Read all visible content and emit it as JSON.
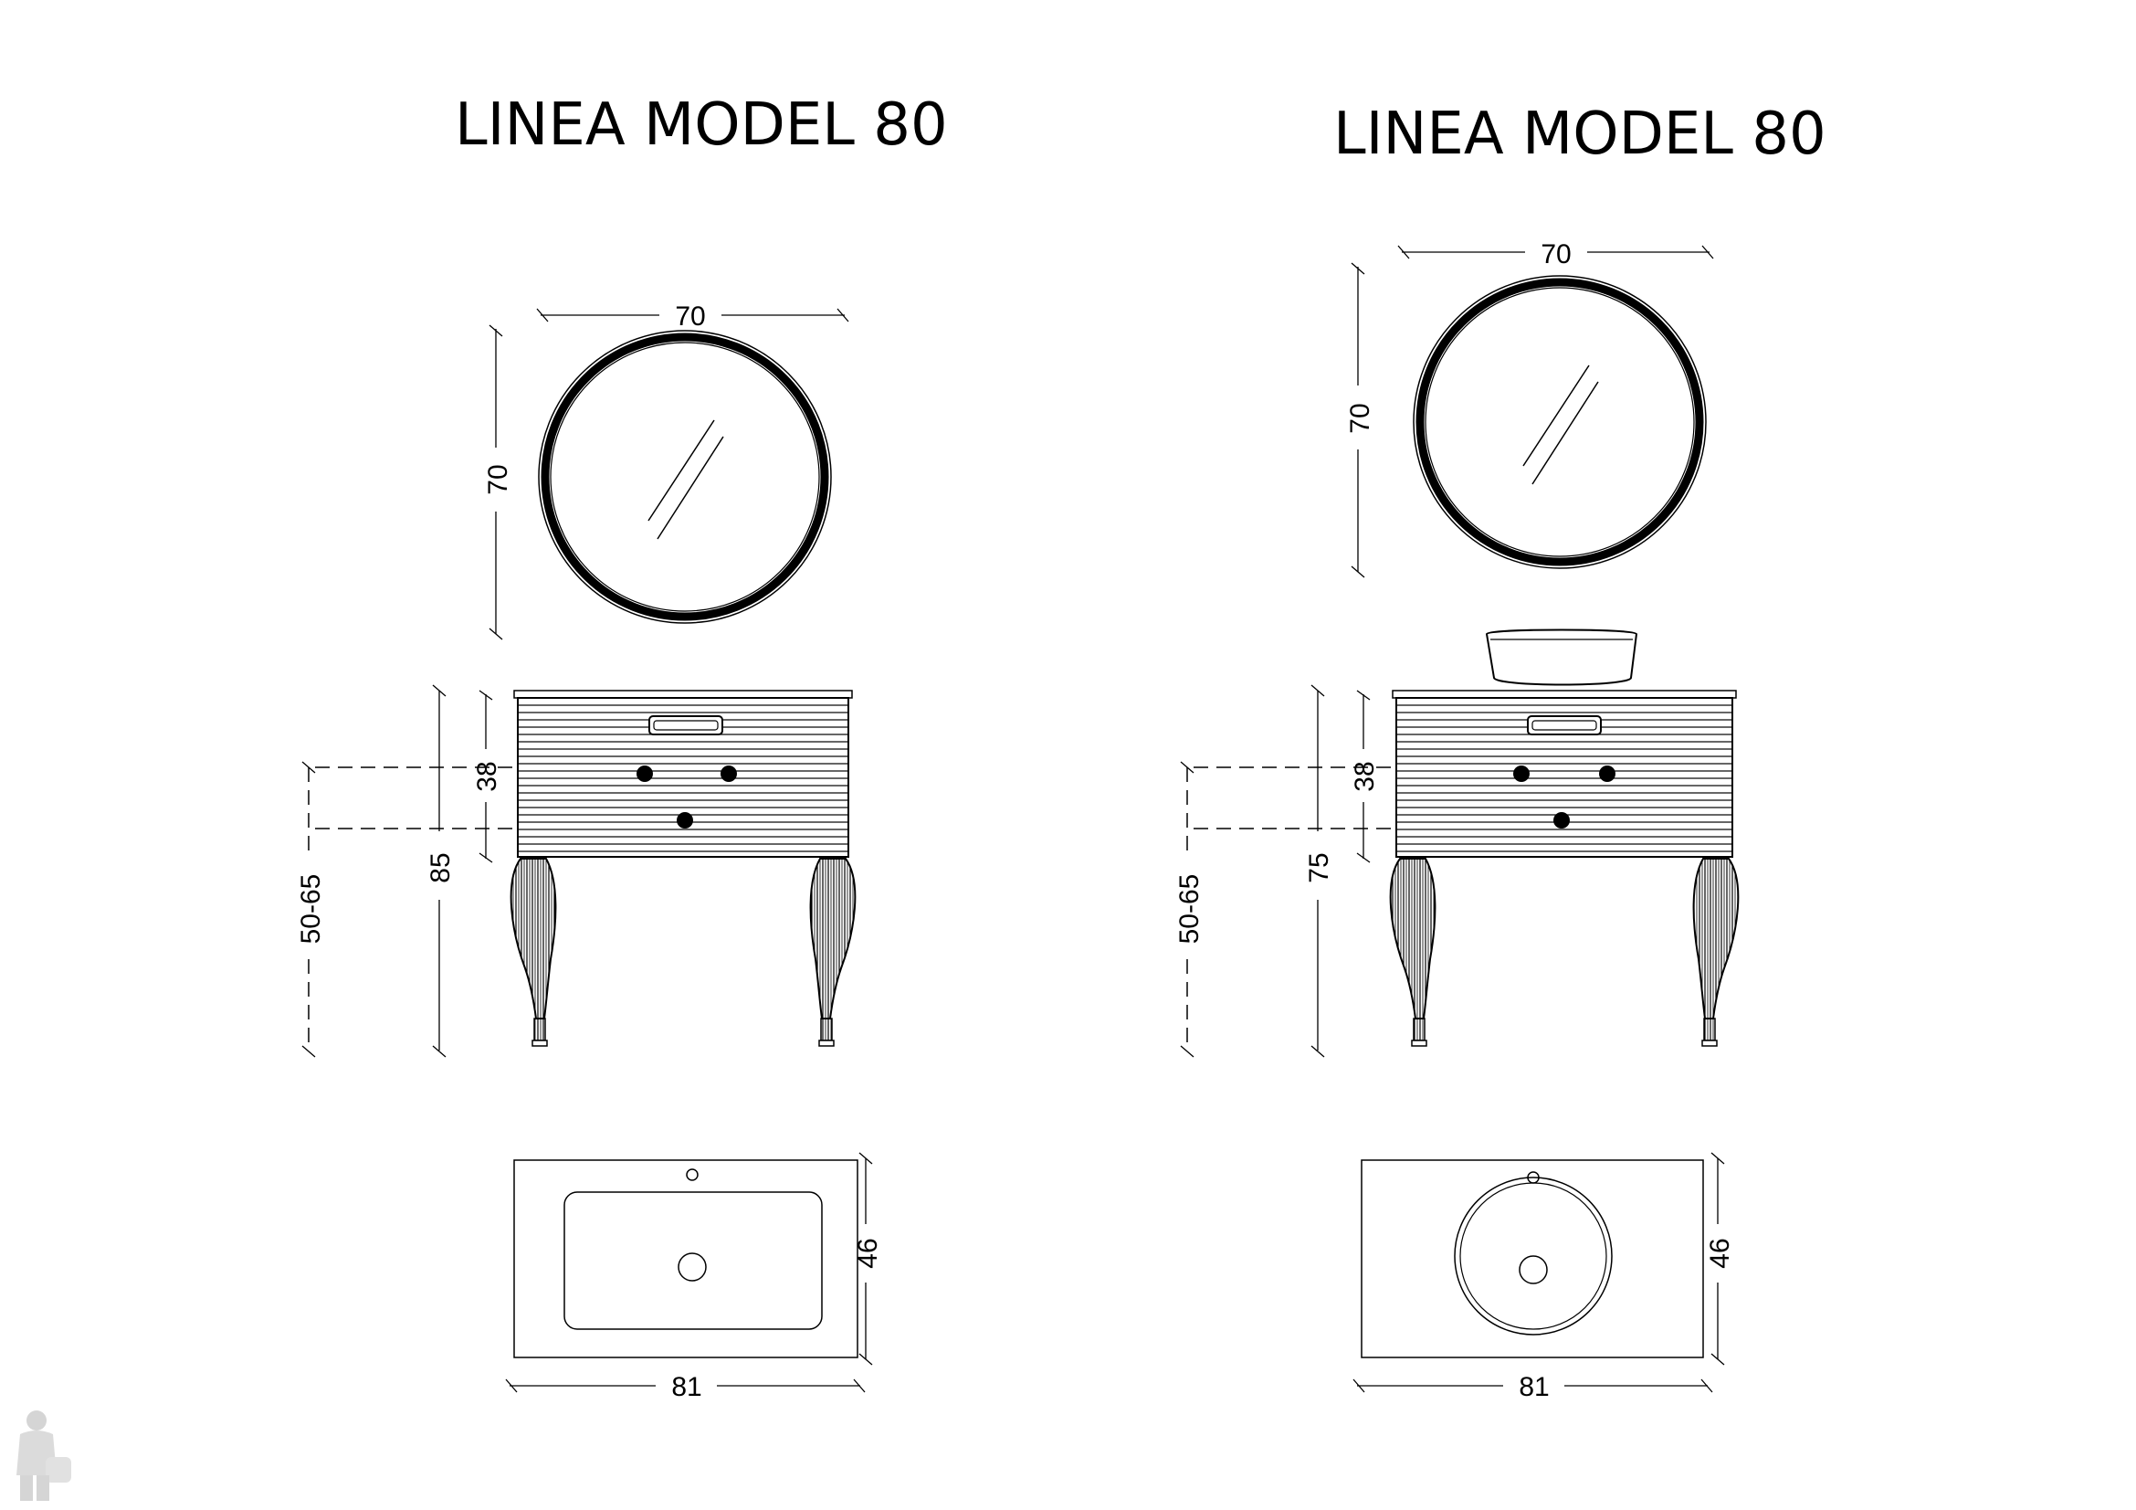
{
  "left": {
    "title": "LINEA MODEL 80",
    "mirror_width": "70",
    "mirror_height": "70",
    "drawer_height": "38",
    "floor_to_base": "50-65",
    "total_height": "85",
    "top_depth": "46",
    "top_width": "81"
  },
  "right": {
    "title": "LINEA MODEL 80",
    "mirror_width": "70",
    "mirror_height": "70",
    "drawer_height": "38",
    "floor_to_base": "50-65",
    "total_height": "75",
    "top_depth": "46",
    "top_width": "81"
  }
}
